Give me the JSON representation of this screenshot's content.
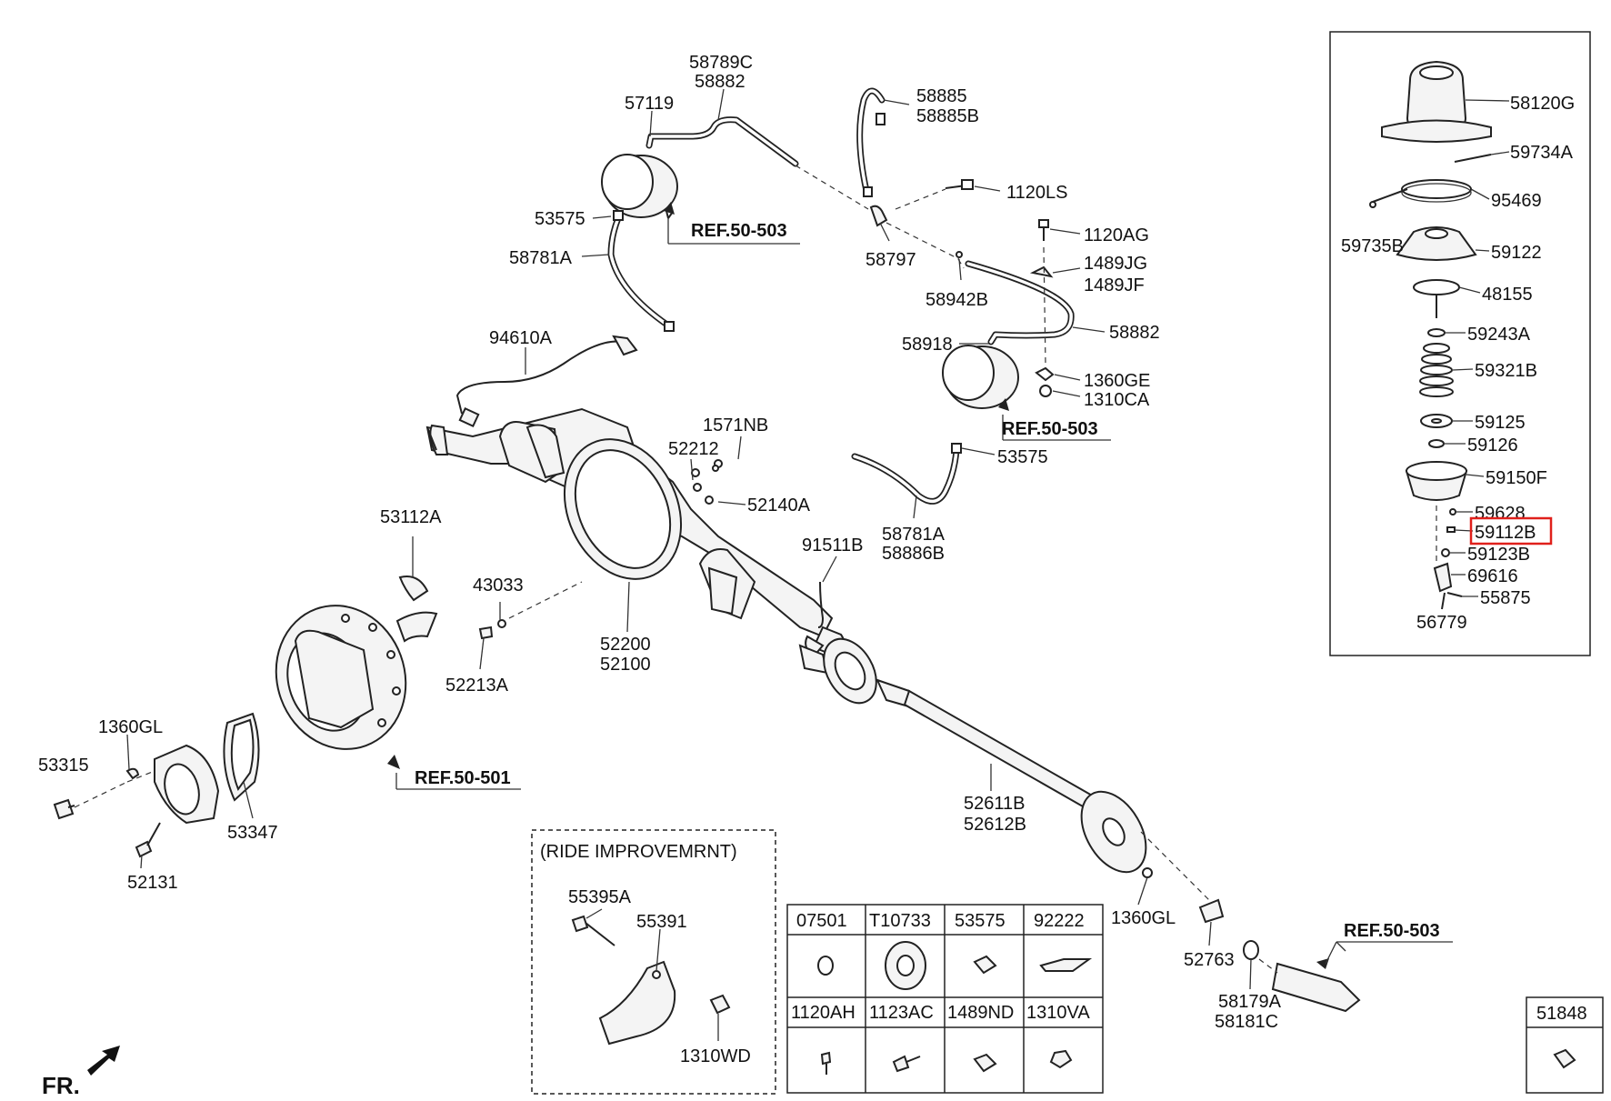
{
  "diagram": {
    "parts": {
      "p58789C": "58789C",
      "p58882a": "58882",
      "p57119": "57119",
      "p53575a": "53575",
      "p58781A": "58781A",
      "p58885": "58885",
      "p58885B": "58885B",
      "p1120LS": "1120LS",
      "p58797": "58797",
      "p1120AG": "1120AG",
      "p1489JG": "1489JG",
      "p1489JF": "1489JF",
      "p58942B": "58942B",
      "p58918": "58918",
      "p58882b": "58882",
      "p1360GE": "1360GE",
      "p1310CA": "1310CA",
      "p53575b": "53575",
      "p58781Ab": "58781A",
      "p58886B": "58886B",
      "p94610A": "94610A",
      "p1571NB": "1571NB",
      "p52212": "52212",
      "p52140A": "52140A",
      "p53112A": "53112A",
      "p91511B": "91511B",
      "p43033": "43033",
      "p52200": "52200",
      "p52100": "52100",
      "p52213A": "52213A",
      "p1360GLa": "1360GL",
      "p53315": "53315",
      "p53347": "53347",
      "p52131": "52131",
      "p52611B": "52611B",
      "p52612B": "52612B",
      "p1360GLb": "1360GL",
      "p52763": "52763",
      "p58179A": "58179A",
      "p58181C": "58181C",
      "p55395A": "55395A",
      "p55391": "55391",
      "p1310WD": "1310WD",
      "p58120G": "58120G",
      "p59734A": "59734A",
      "p95469": "95469",
      "p59735B": "59735B",
      "p59122": "59122",
      "p48155": "48155",
      "p59243A": "59243A",
      "p59321B": "59321B",
      "p59125": "59125",
      "p59126": "59126",
      "p59150F": "59150F",
      "p59628": "59628",
      "p59112B": "59112B",
      "p59123B": "59123B",
      "p69616": "69616",
      "p55875": "55875",
      "p56779": "56779"
    },
    "refs": {
      "r1": "REF.50-503",
      "r2": "REF.50-503",
      "r3": "REF.50-501",
      "r4": "REF.50-503"
    },
    "ride_box_title": "(RIDE IMPROVEMRNT)",
    "table_headers": [
      "07501",
      "T10733",
      "53575",
      "92222",
      "1120AH",
      "1123AC",
      "1489ND",
      "1310VA"
    ],
    "single_box_header": "51848",
    "fr_label": "FR.",
    "highlight_color": "#e0201b"
  }
}
